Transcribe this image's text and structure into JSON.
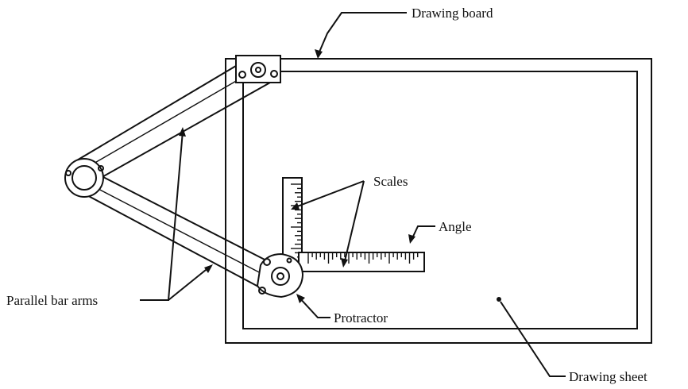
{
  "diagram": {
    "labels": {
      "drawing_board": "Drawing board",
      "scales": "Scales",
      "angle": "Angle",
      "parallel_bar_arms": "Parallel bar arms",
      "protractor": "Protractor",
      "drawing_sheet": "Drawing sheet"
    },
    "colors": {
      "ink": "#111111",
      "paper": "#ffffff"
    }
  }
}
